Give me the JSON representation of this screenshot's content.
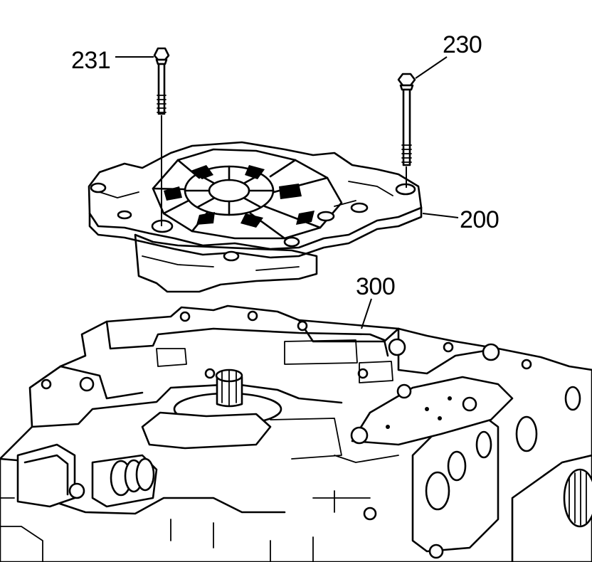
{
  "callouts": {
    "bolt_long": "231",
    "bolt_short": "230",
    "cover": "200",
    "valve_body": "300"
  },
  "colors": {
    "line": "#000000",
    "background": "#ffffff"
  }
}
